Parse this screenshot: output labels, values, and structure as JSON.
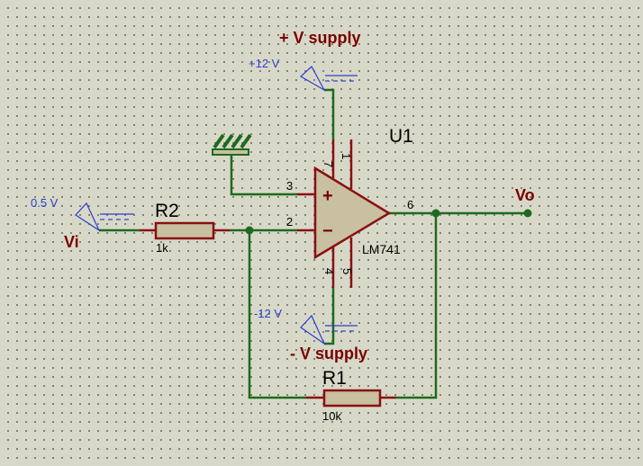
{
  "labels": {
    "vpos_supply": "+ V supply",
    "vneg_supply": "- V supply",
    "vpos_voltage": "+12 V",
    "vneg_voltage": "-12 V",
    "vin_voltage": "0.5 V",
    "vin_name": "Vi",
    "vout_name": "Vo",
    "opamp_ref": "U1",
    "opamp_part": "LM741",
    "r1_ref": "R1",
    "r1_value": "10k",
    "r2_ref": "R2",
    "r2_value": "1k",
    "plus_sign": "+",
    "minus_sign": "−"
  },
  "pins": {
    "pin7": "7",
    "pin1": "1",
    "pin3": "3",
    "pin2": "2",
    "pin6": "6",
    "pin4": "4",
    "pin5": "5"
  },
  "colors": {
    "wire": "#1e6a1e",
    "component_fill": "#c8c0a0",
    "component_stroke": "#8a1010",
    "label_maroon": "#7a0000",
    "label_blue": "#2a3fd0",
    "background": "#d8d8c8"
  }
}
